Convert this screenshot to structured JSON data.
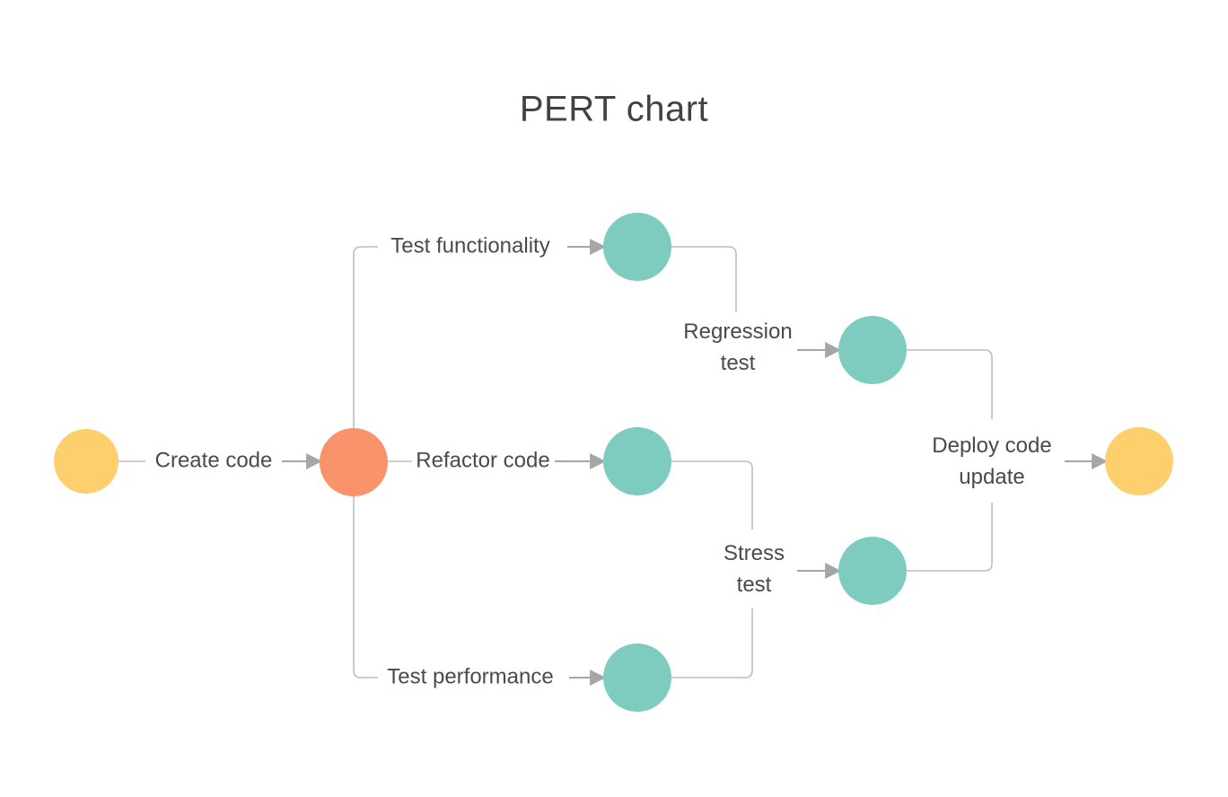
{
  "title": "PERT chart",
  "colors": {
    "background": "#FFFFFF",
    "node_start_end": "#FDD06D",
    "node_create": "#F9936B",
    "node_task": "#7ECBC0",
    "connector": "#BDBDBD",
    "arrow": "#A6A6A6",
    "label_text": "#4A4A4A",
    "title_text": "#3F4347"
  },
  "diagram": {
    "type": "pert",
    "nodes": [
      {
        "id": "start",
        "kind": "start-event"
      },
      {
        "id": "code-created",
        "kind": "milestone"
      },
      {
        "id": "functionality-tested",
        "kind": "task-event"
      },
      {
        "id": "code-refactored",
        "kind": "task-event"
      },
      {
        "id": "performance-tested",
        "kind": "task-event"
      },
      {
        "id": "regression-tested",
        "kind": "task-event"
      },
      {
        "id": "stress-tested",
        "kind": "task-event"
      },
      {
        "id": "complete",
        "kind": "end-event"
      }
    ],
    "activities": [
      {
        "label": "Create code",
        "from": [
          "start"
        ],
        "to": "code-created"
      },
      {
        "label": "Test functionality",
        "from": [
          "code-created"
        ],
        "to": "functionality-tested"
      },
      {
        "label": "Refactor code",
        "from": [
          "code-created"
        ],
        "to": "code-refactored"
      },
      {
        "label": "Test performance",
        "from": [
          "code-created"
        ],
        "to": "performance-tested"
      },
      {
        "label": "Regression test",
        "from": [
          "functionality-tested"
        ],
        "to": "regression-tested"
      },
      {
        "label": "Stress test",
        "from": [
          "code-refactored",
          "performance-tested"
        ],
        "to": "stress-tested"
      },
      {
        "label": "Deploy code update",
        "from": [
          "regression-tested",
          "stress-tested"
        ],
        "to": "complete"
      }
    ]
  }
}
